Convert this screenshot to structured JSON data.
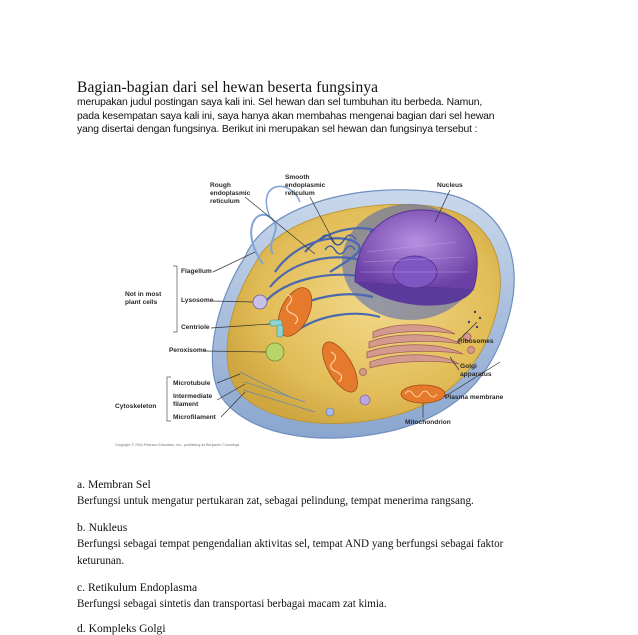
{
  "document": {
    "title": "Bagian-bagian dari sel hewan beserta fungsinya",
    "intro_lines": [
      "merupakan judul postingan saya kali ini. Sel hewan dan sel tumbuhan itu berbeda. Namun,",
      "pada kesempatan saya kali ini, saya hanya akan membahas mengenai bagian dari sel hewan",
      "yang disertai dengan fungsinya. Berikut ini merupakan sel hewan dan fungsinya tersebut :"
    ]
  },
  "figure": {
    "labels": {
      "rough_er_1": "Rough",
      "rough_er_2": "endoplasmic",
      "rough_er_3": "reticulum",
      "smooth_er_1": "Smooth",
      "smooth_er_2": "endoplasmic",
      "smooth_er_3": "reticulum",
      "nucleus": "Nucleus",
      "flagellum": "Flagellum",
      "not_plant_1": "Not in most",
      "not_plant_2": "plant cells",
      "lysosome": "Lysosome",
      "centriole": "Centriole",
      "peroxisome": "Peroxisome",
      "ribosomes": "Ribosomes",
      "golgi_1": "Golgi",
      "golgi_2": "apparatus",
      "microtubule": "Microtubule",
      "intermediate_1": "Intermediate",
      "intermediate_2": "filament",
      "microfilament": "Microfilament",
      "cytoskeleton": "Cytoskeleton",
      "plasma_membrane": "Plasma membrane",
      "mitochondrion": "Mitochondrion",
      "copyright": "Copyright © 2004 Pearson Education, Inc., publishing as Benjamin Cummings"
    }
  },
  "sections": [
    {
      "heading": "a. Membran Sel",
      "body": [
        "Berfungsi  untuk  mengatur  pertukaran  zat,  sebagai pelindung,  tempat  menerima  rangsang."
      ]
    },
    {
      "heading": "b. Nukleus",
      "body": [
        "Berfungsi  sebagai  tempat  pengendalian  aktivitas  sel,  tempat AND yang  berfungsi  sebagai  faktor",
        "keturunan."
      ]
    },
    {
      "heading": "c. Retikulum  Endoplasma",
      "body": [
        "Berfungsi  sebagai  sintetis  dan transportasi  berbagai  macam  zat kimia."
      ]
    },
    {
      "heading": "d. Kompleks  Golgi",
      "body": []
    }
  ],
  "colors": {
    "cytoplasm": "#e8c868",
    "nucleus": "#8a5cc0",
    "er": "#4a6fc0",
    "golgi": "#c98a80",
    "mitochondrion": "#e07a30"
  }
}
